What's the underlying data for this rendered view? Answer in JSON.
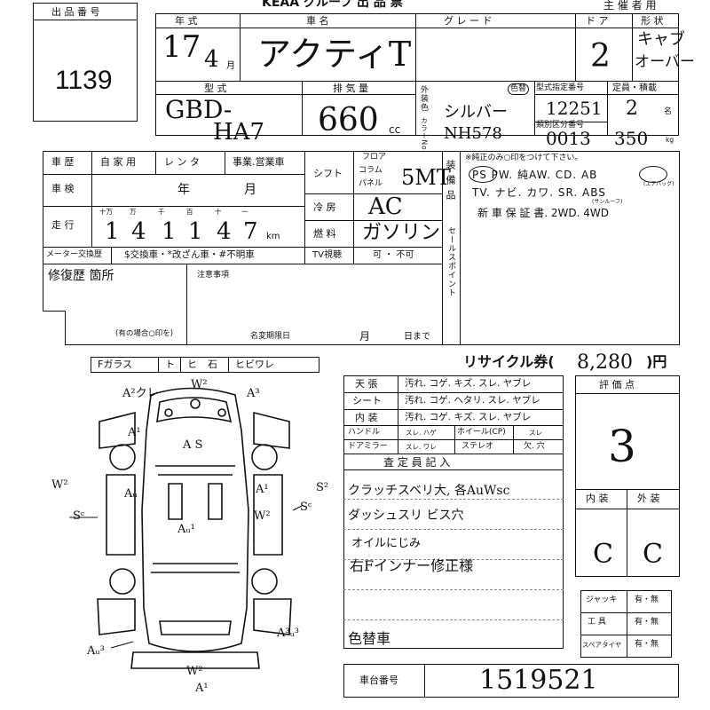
{
  "header": {
    "lot_label": "出 品 番 号",
    "lot_number": "1139",
    "group_title": "KEAA グループ 出 品 票",
    "organizer": "主 催 者 用"
  },
  "vehicle": {
    "year_label": "年 式",
    "year_value": "17",
    "month_value": "4",
    "month_unit": "月",
    "name_label": "車 名",
    "name_value": "アクティT",
    "grade_label": "グ レ ー ド",
    "grade_value": "",
    "door_label": "ド ア",
    "door_value": "2",
    "body_label": "形 状",
    "body_value_1": "キャブ",
    "body_value_2": "オーバー"
  },
  "model": {
    "model_label": "型 式",
    "model_value_1": "GBD-",
    "model_value_2": "HA7",
    "displacement_label": "排 気 量",
    "displacement_value": "660",
    "displacement_unit": "cc",
    "color_label": "外装色",
    "color_code_label": "カラーNo.",
    "color_changed": "色替",
    "color_value": "シルバー",
    "color_code_value": "NH578",
    "type_designation_label": "型式指定番号",
    "type_designation_value": "12251",
    "class_label": "類別区分番号",
    "class_value": "0013",
    "capacity_label": "定員・積載",
    "capacity_value": "2",
    "capacity_unit": "名",
    "load_value": "350",
    "load_unit": "kg"
  },
  "history": {
    "label": "車 歴",
    "options": [
      "自 家 用",
      "レ ン タ",
      "事業.営業車"
    ],
    "shaken_label": "車 検",
    "shaken_year": "年",
    "shaken_month": "月",
    "mileage_label": "走 行",
    "mileage_units": [
      "十万",
      "万",
      "千",
      "百",
      "十",
      "一"
    ],
    "mileage_digits": [
      "1",
      "4",
      "1",
      "1",
      "4",
      "7"
    ],
    "mileage_unit": "km",
    "meter_label": "メーター交換歴",
    "meter_options": "$交換車・*改ざん車・#不明車"
  },
  "specs": {
    "shift_label": "シフト",
    "shift_options": [
      "フロア",
      "コラム",
      "パネル"
    ],
    "shift_value": "5MT",
    "aircon_label": "冷 房",
    "aircon_value": "AC",
    "fuel_label": "燃 料",
    "fuel_value": "ガソリン",
    "tv_label": "TV視聴",
    "tv_value": "可 ・ 不可"
  },
  "equipment": {
    "label": "装備品",
    "note": "※純正のみ○印をつけて下さい。",
    "row1": "PS  PW. 純AW. CD. AB",
    "row2": "TV. ナビ. カワ. SR. ABS",
    "sunroof": "(サンルーフ)",
    "airbag": "(エアバッグ)",
    "row3": "新 車 保 証 書.  2WD.  4WD",
    "sales_point_label": "セールスポイント"
  },
  "repair": {
    "label": "修復歴 箇所",
    "note": "(有の場合○印を)",
    "caution_label": "注意事項",
    "deadline_label": "名変期限日",
    "month": "月",
    "day_until": "日まで"
  },
  "glass": {
    "label": "Fガラス",
    "options": [
      "ト",
      "ヒ",
      "石",
      "ヒビワレ"
    ]
  },
  "recycle": {
    "label": "リサイクル券(",
    "value": "8,280",
    "suffix": ")円"
  },
  "condition_table": {
    "rows": [
      {
        "label": "天 張",
        "options": "汚れ. コゲ. キズ. スレ. ヤブレ"
      },
      {
        "label": "シート",
        "options": "汚れ. コゲ. ヘタリ. スレ. ヤブレ"
      },
      {
        "label": "内 装",
        "options": "汚れ. コゲ. キズ. スレ. ヤブレ"
      }
    ],
    "handle_label": "ハンドル",
    "handle_options": "スレ. ハゲ",
    "wheel_label": "ホイール(CP)",
    "wheel_options": "スレ",
    "mirror_label": "ドアミラー",
    "mirror_options": "スレ. ワレ",
    "stereo_label": "ステレオ",
    "stereo_options": "欠. 穴"
  },
  "inspector": {
    "label": "査 定 員 記 入",
    "lines": [
      "クラッチスベリ大, 各AuWsc",
      "ダッシュスリ ビス穴",
      "オイルにじみ",
      "右Fインナー修正様",
      "色替車"
    ]
  },
  "score": {
    "label": "評 価 点",
    "value": "3",
    "interior_label": "内 装",
    "exterior_label": "外 装",
    "interior_value": "C",
    "exterior_value": "C"
  },
  "tools": [
    {
      "label": "ジャッキ",
      "value": "有・無"
    },
    {
      "label": "工 具",
      "value": "有・無"
    },
    {
      "label": "スペアタイヤ",
      "value": "有・無"
    }
  ],
  "chassis": {
    "label": "車台番号",
    "value": "1519521"
  },
  "diagram_marks": [
    "A²クレ",
    "W²",
    "A³",
    "A¹",
    "A S",
    "W²",
    "Sᶜ",
    "A¹",
    "W²",
    "Sᶜ",
    "Aᵤ",
    "Aᵤ¹",
    "A¹",
    "S²",
    "Aᵤ³",
    "A³ᵤ³",
    "W²"
  ]
}
